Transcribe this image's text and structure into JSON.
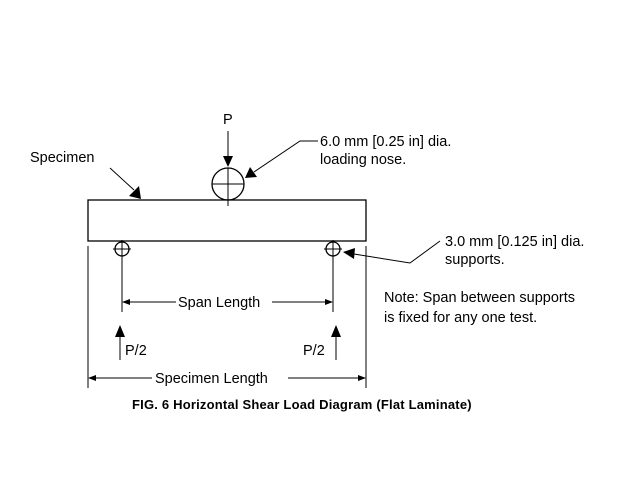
{
  "labels": {
    "load": "P",
    "specimen": "Specimen",
    "nose_line1": "6.0 mm [0.25 in] dia.",
    "nose_line2": "loading nose.",
    "supports_line1": "3.0 mm [0.125 in] dia.",
    "supports_line2": "supports.",
    "span_length": "Span Length",
    "note_line1": "Note:  Span between supports",
    "note_line2": "is fixed for any one test.",
    "left_reaction": "P/2",
    "right_reaction": "P/2",
    "specimen_length": "Specimen Length"
  },
  "caption": "FIG. 6 Horizontal Shear Load Diagram (Flat Laminate)"
}
